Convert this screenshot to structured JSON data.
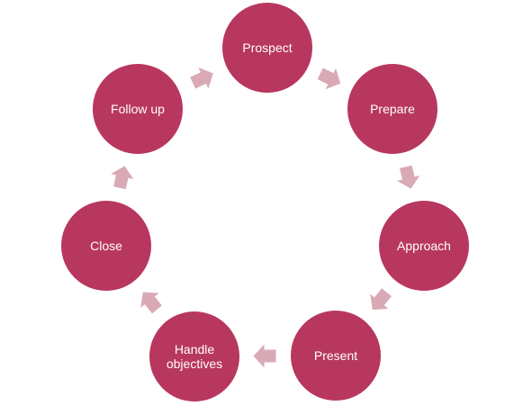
{
  "diagram": {
    "colors": {
      "node_fill": "#b8375f",
      "arrow_fill": "#d9aab6",
      "label_text": "#ffffff",
      "background": "#ffffff"
    },
    "steps": [
      {
        "label_lines": [
          "Prospect"
        ]
      },
      {
        "label_lines": [
          "Prepare"
        ]
      },
      {
        "label_lines": [
          "Approach"
        ]
      },
      {
        "label_lines": [
          "Present"
        ]
      },
      {
        "label_lines": [
          "Handle",
          "objectives"
        ]
      },
      {
        "label_lines": [
          "Close"
        ]
      },
      {
        "label_lines": [
          "Follow up"
        ]
      }
    ],
    "arrow_shape": "chevron-arrow",
    "flow_direction": "clockwise"
  }
}
